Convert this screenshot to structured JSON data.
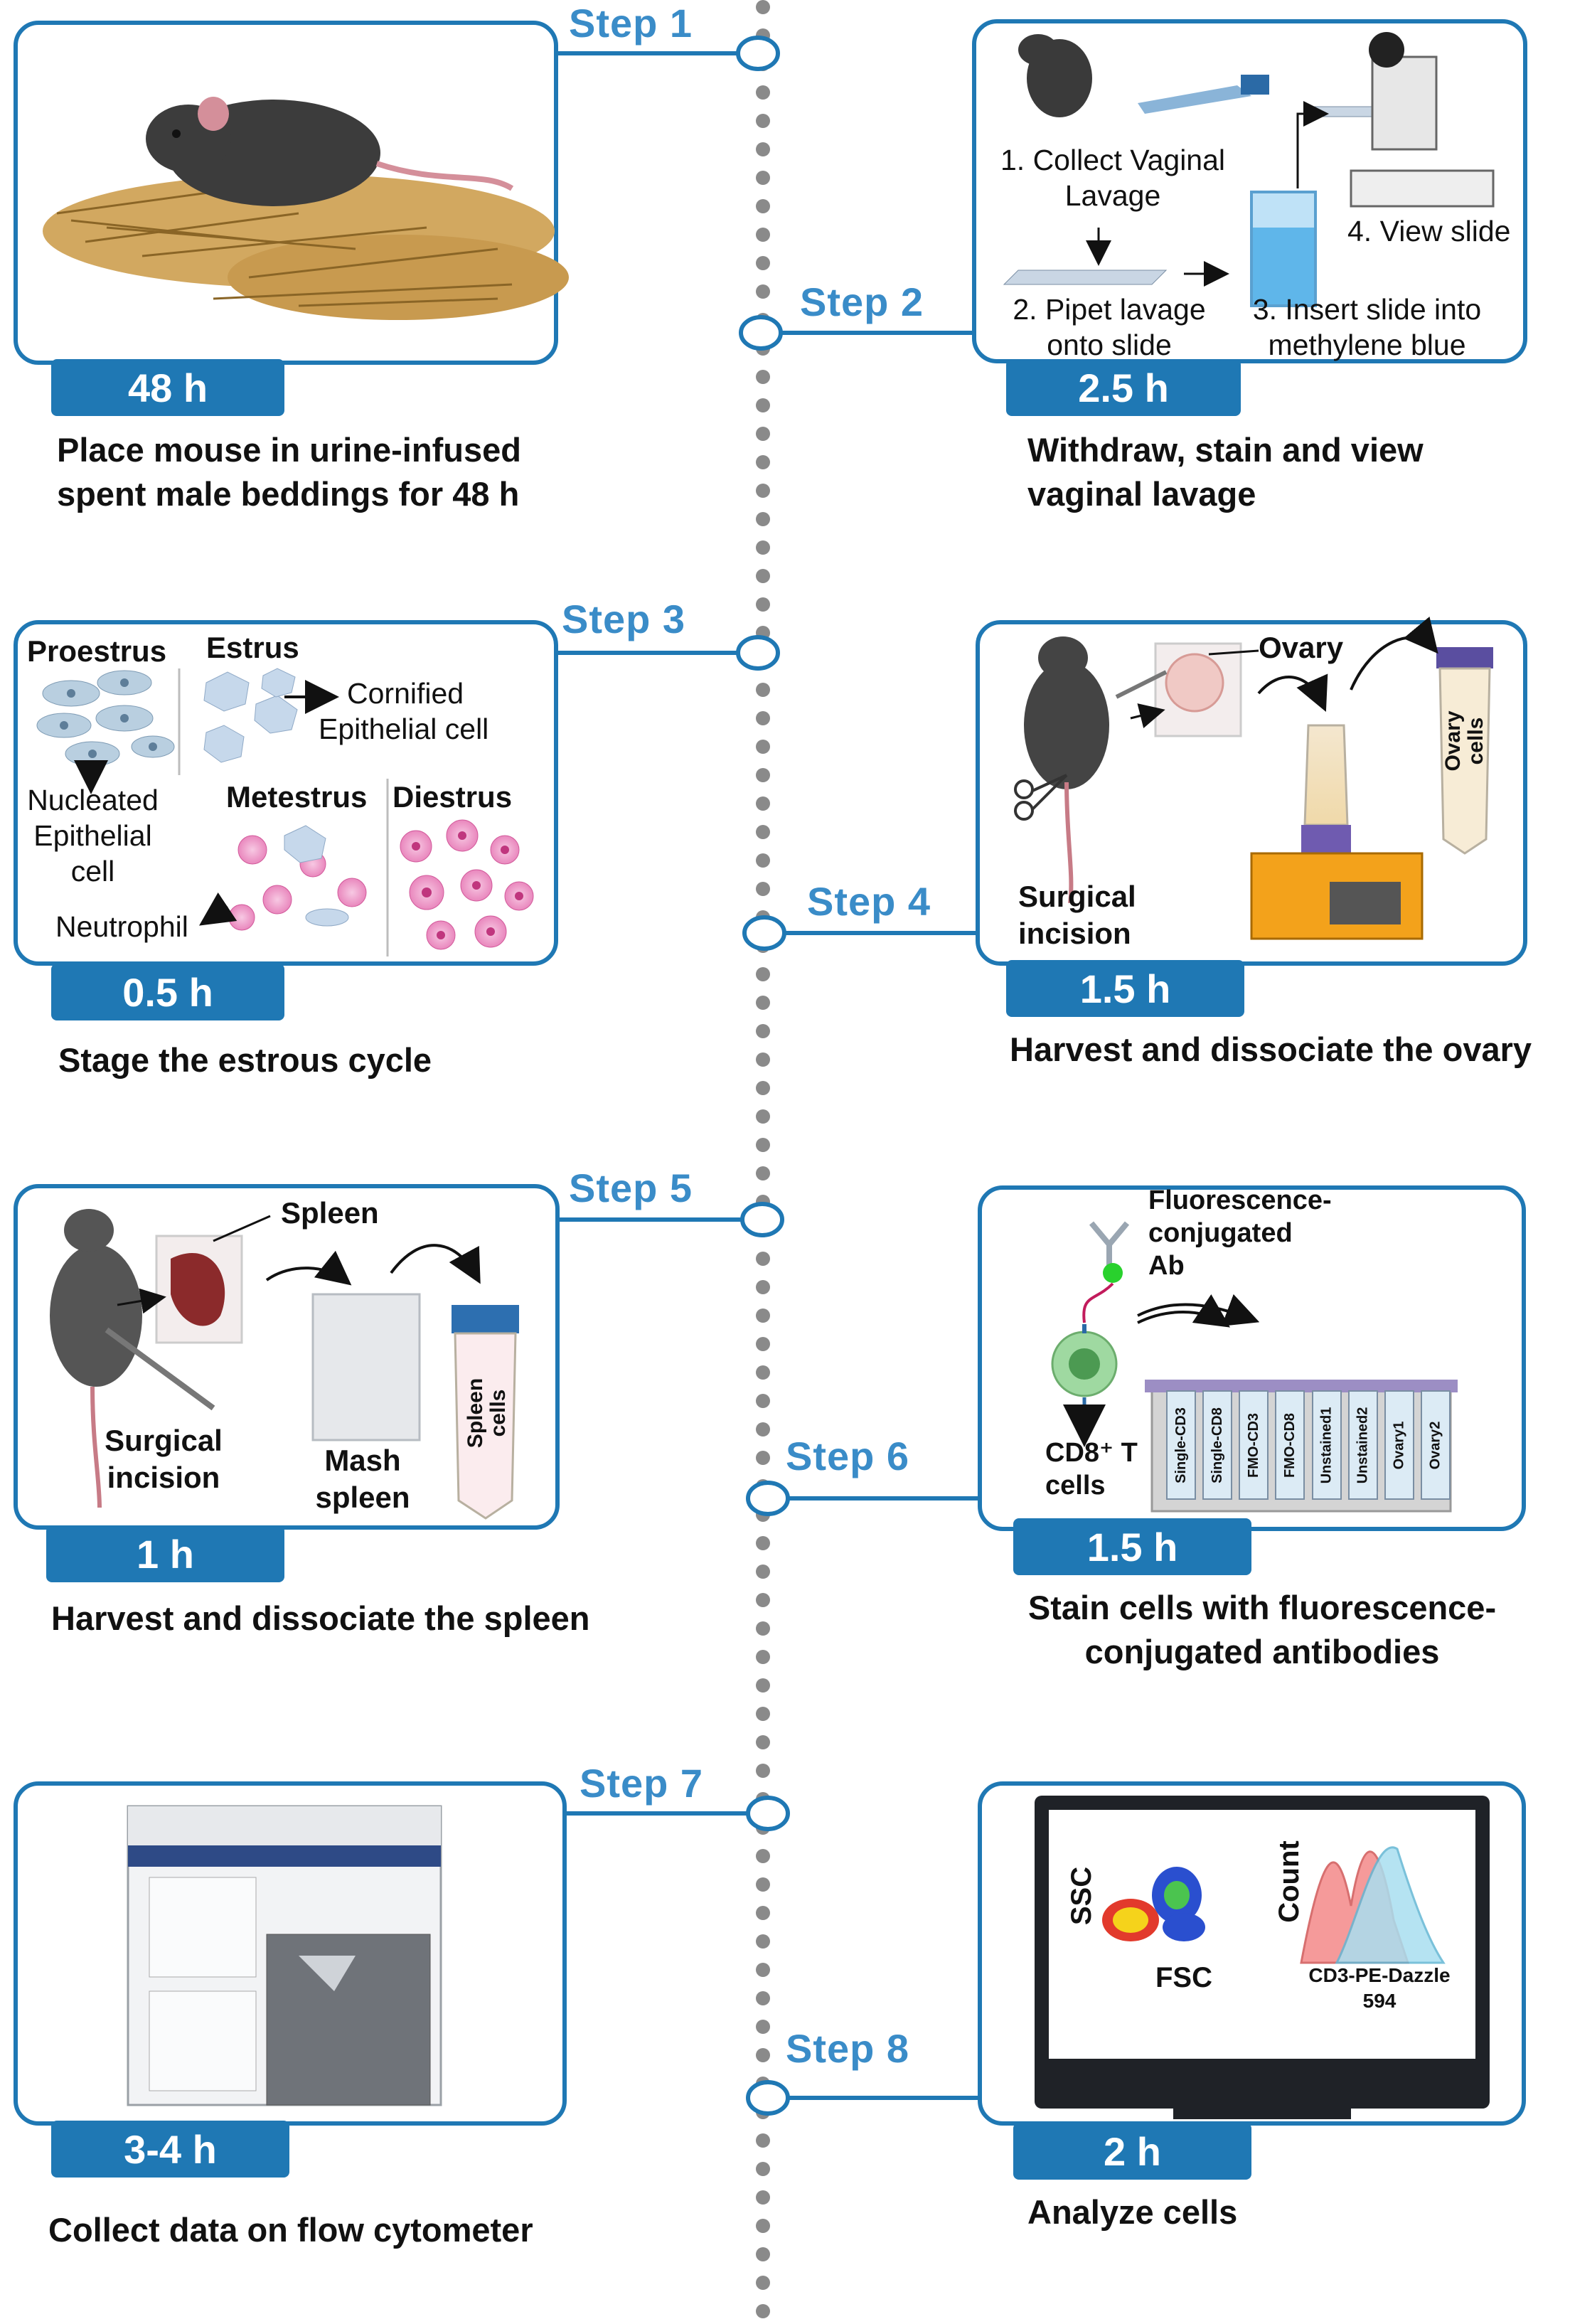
{
  "steps": [
    {
      "label": "Step 1",
      "duration": "48 h",
      "caption_l1": "Place mouse in urine-infused",
      "caption_l2": "spent male beddings for 48 h"
    },
    {
      "label": "Step 2",
      "duration": "2.5 h",
      "caption_l1": "Withdraw, stain and view",
      "caption_l2": "vaginal lavage"
    },
    {
      "label": "Step 3",
      "duration": "0.5 h",
      "caption_l1": "Stage the estrous cycle"
    },
    {
      "label": "Step 4",
      "duration": "1.5 h",
      "caption_l1": "Harvest and dissociate the ovary"
    },
    {
      "label": "Step 5",
      "duration": "1 h",
      "caption_l1": "Harvest and dissociate the spleen"
    },
    {
      "label": "Step 6",
      "duration": "1.5 h",
      "caption_l1": "Stain cells with fluorescence-",
      "caption_l2": "conjugated antibodies"
    },
    {
      "label": "Step 7",
      "duration": "3-4 h",
      "caption_l1": "Collect data on flow cytometer"
    },
    {
      "label": "Step 8",
      "duration": "2 h",
      "caption_l1": "Analyze cells"
    }
  ],
  "step2_panel": {
    "collect_l1": "1. Collect Vaginal",
    "collect_l2": "Lavage",
    "pipet_l1": "2. Pipet lavage",
    "pipet_l2": "onto slide",
    "insert_l1": "3. Insert slide into",
    "insert_l2": "methylene blue",
    "view": "4. View slide"
  },
  "step3_panel": {
    "proestrus": "Proestrus",
    "estrus": "Estrus",
    "metestrus": "Metestrus",
    "diestrus": "Diestrus",
    "cornified_l1": "Cornified",
    "cornified_l2": "Epithelial cell",
    "nucleated_l1": "Nucleated",
    "nucleated_l2": "Epithelial",
    "nucleated_l3": "cell",
    "neutrophil": "Neutrophil"
  },
  "step4_panel": {
    "ovary": "Ovary",
    "tube_l1": "Ovary",
    "tube_l2": "cells",
    "surgical_l1": "Surgical",
    "surgical_l2": "incision"
  },
  "step5_panel": {
    "spleen": "Spleen",
    "surgical_l1": "Surgical",
    "surgical_l2": "incision",
    "mash_l1": "Mash",
    "mash_l2": "spleen",
    "tube_l1": "Spleen",
    "tube_l2": "cells"
  },
  "step6_panel": {
    "ab_l1": "Fluorescence-",
    "ab_l2": "conjugated",
    "ab_l3": "Ab",
    "cd8_l1": "CD8⁺ T",
    "cd8_l2": "cells",
    "tubes": [
      "Single-CD3",
      "Single-CD8",
      "FMO-CD3",
      "FMO-CD8",
      "Unstained1",
      "Unstained2",
      "Ovary1",
      "Ovary2"
    ]
  },
  "step8_panel": {
    "ssc": "SSC",
    "fsc": "FSC",
    "count": "Count",
    "hist_l1": "CD3-PE-Dazzle",
    "hist_l2": "594"
  },
  "colors": {
    "accent": "#1f78b4",
    "step_text": "#3a8cc8",
    "timeline_dot": "#8a8a8a"
  }
}
